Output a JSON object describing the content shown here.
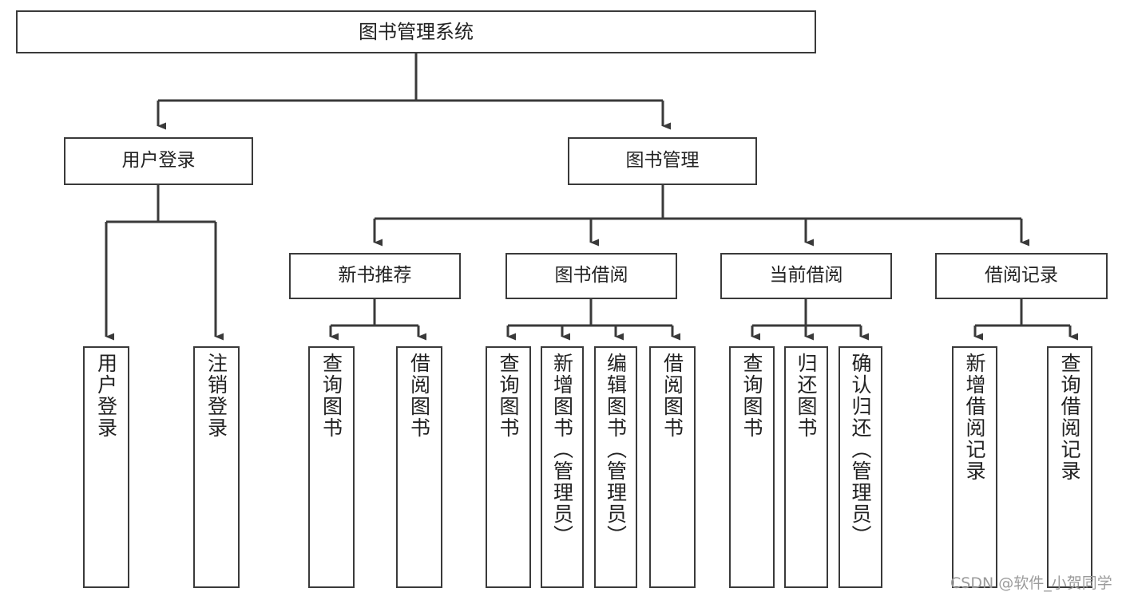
{
  "diagram": {
    "title": "图书管理系统",
    "type": "tree-hierarchy-diagram",
    "colors": {
      "box_border": "#3a3a3a",
      "box_fill": "#ffffff",
      "edge": "#3a3a3a",
      "text": "#222222",
      "watermark": "#9b9b9b",
      "background": "#ffffff"
    },
    "watermark": "CSDN @软件_小贺同学"
  },
  "nodes": {
    "root": {
      "label": "图书管理系统"
    },
    "level2": [
      {
        "label": "用户登录"
      },
      {
        "label": "图书管理"
      }
    ],
    "level3": [
      {
        "label": "新书推荐"
      },
      {
        "label": "图书借阅"
      },
      {
        "label": "当前借阅"
      },
      {
        "label": "借阅记录"
      }
    ],
    "leaves": {
      "user_login": [
        {
          "label": "用户登录"
        },
        {
          "label": "注销登录"
        }
      ],
      "new_book_recommend": [
        {
          "label": "查询图书"
        },
        {
          "label": "借阅图书"
        }
      ],
      "book_borrow": [
        {
          "label": "查询图书"
        },
        {
          "label": "新增图书（管理员）"
        },
        {
          "label": "编辑图书（管理员）"
        },
        {
          "label": "借阅图书"
        }
      ],
      "current_borrow": [
        {
          "label": "查询图书"
        },
        {
          "label": "归还图书"
        },
        {
          "label": "确认归还（管理员）"
        }
      ],
      "borrow_record": [
        {
          "label": "新增借阅记录"
        },
        {
          "label": "查询借阅记录"
        }
      ]
    }
  }
}
